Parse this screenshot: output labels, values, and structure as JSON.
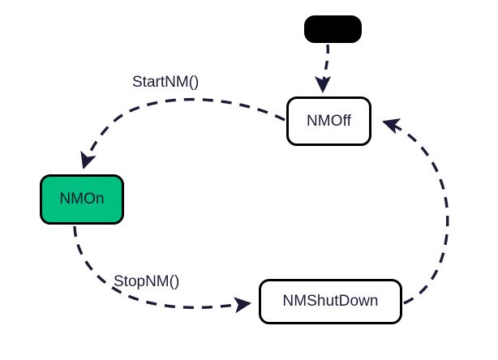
{
  "diagram": {
    "type": "state-machine",
    "title": "",
    "background_color": "#ffffff",
    "edge_color": "#1b1b38",
    "node_border_color": "#000000",
    "node_text_color": "#1b1b38",
    "active_node_color": "#00bf80",
    "initial_node_color": "#000000",
    "nodes": [
      {
        "id": "initial",
        "label": "",
        "kind": "initial-state",
        "fill": "#000000"
      },
      {
        "id": "nmoff",
        "label": "NMOff",
        "kind": "state",
        "fill": "#ffffff"
      },
      {
        "id": "nmon",
        "label": "NMOn",
        "kind": "state-active",
        "fill": "#00bf80"
      },
      {
        "id": "nmshutdown",
        "label": "NMShutDown",
        "kind": "state",
        "fill": "#ffffff"
      }
    ],
    "edges": [
      {
        "id": "init-to-nmoff",
        "from": "initial",
        "to": "nmoff",
        "label": "",
        "style": "dashed"
      },
      {
        "id": "nmoff-to-nmon",
        "from": "nmoff",
        "to": "nmon",
        "label": "StartNM()",
        "style": "dashed"
      },
      {
        "id": "nmon-to-nmshutdown",
        "from": "nmon",
        "to": "nmshutdown",
        "label": "StopNM()",
        "style": "dashed"
      },
      {
        "id": "nmshutdown-to-nmoff",
        "from": "nmshutdown",
        "to": "nmoff",
        "label": "",
        "style": "dashed"
      }
    ]
  }
}
